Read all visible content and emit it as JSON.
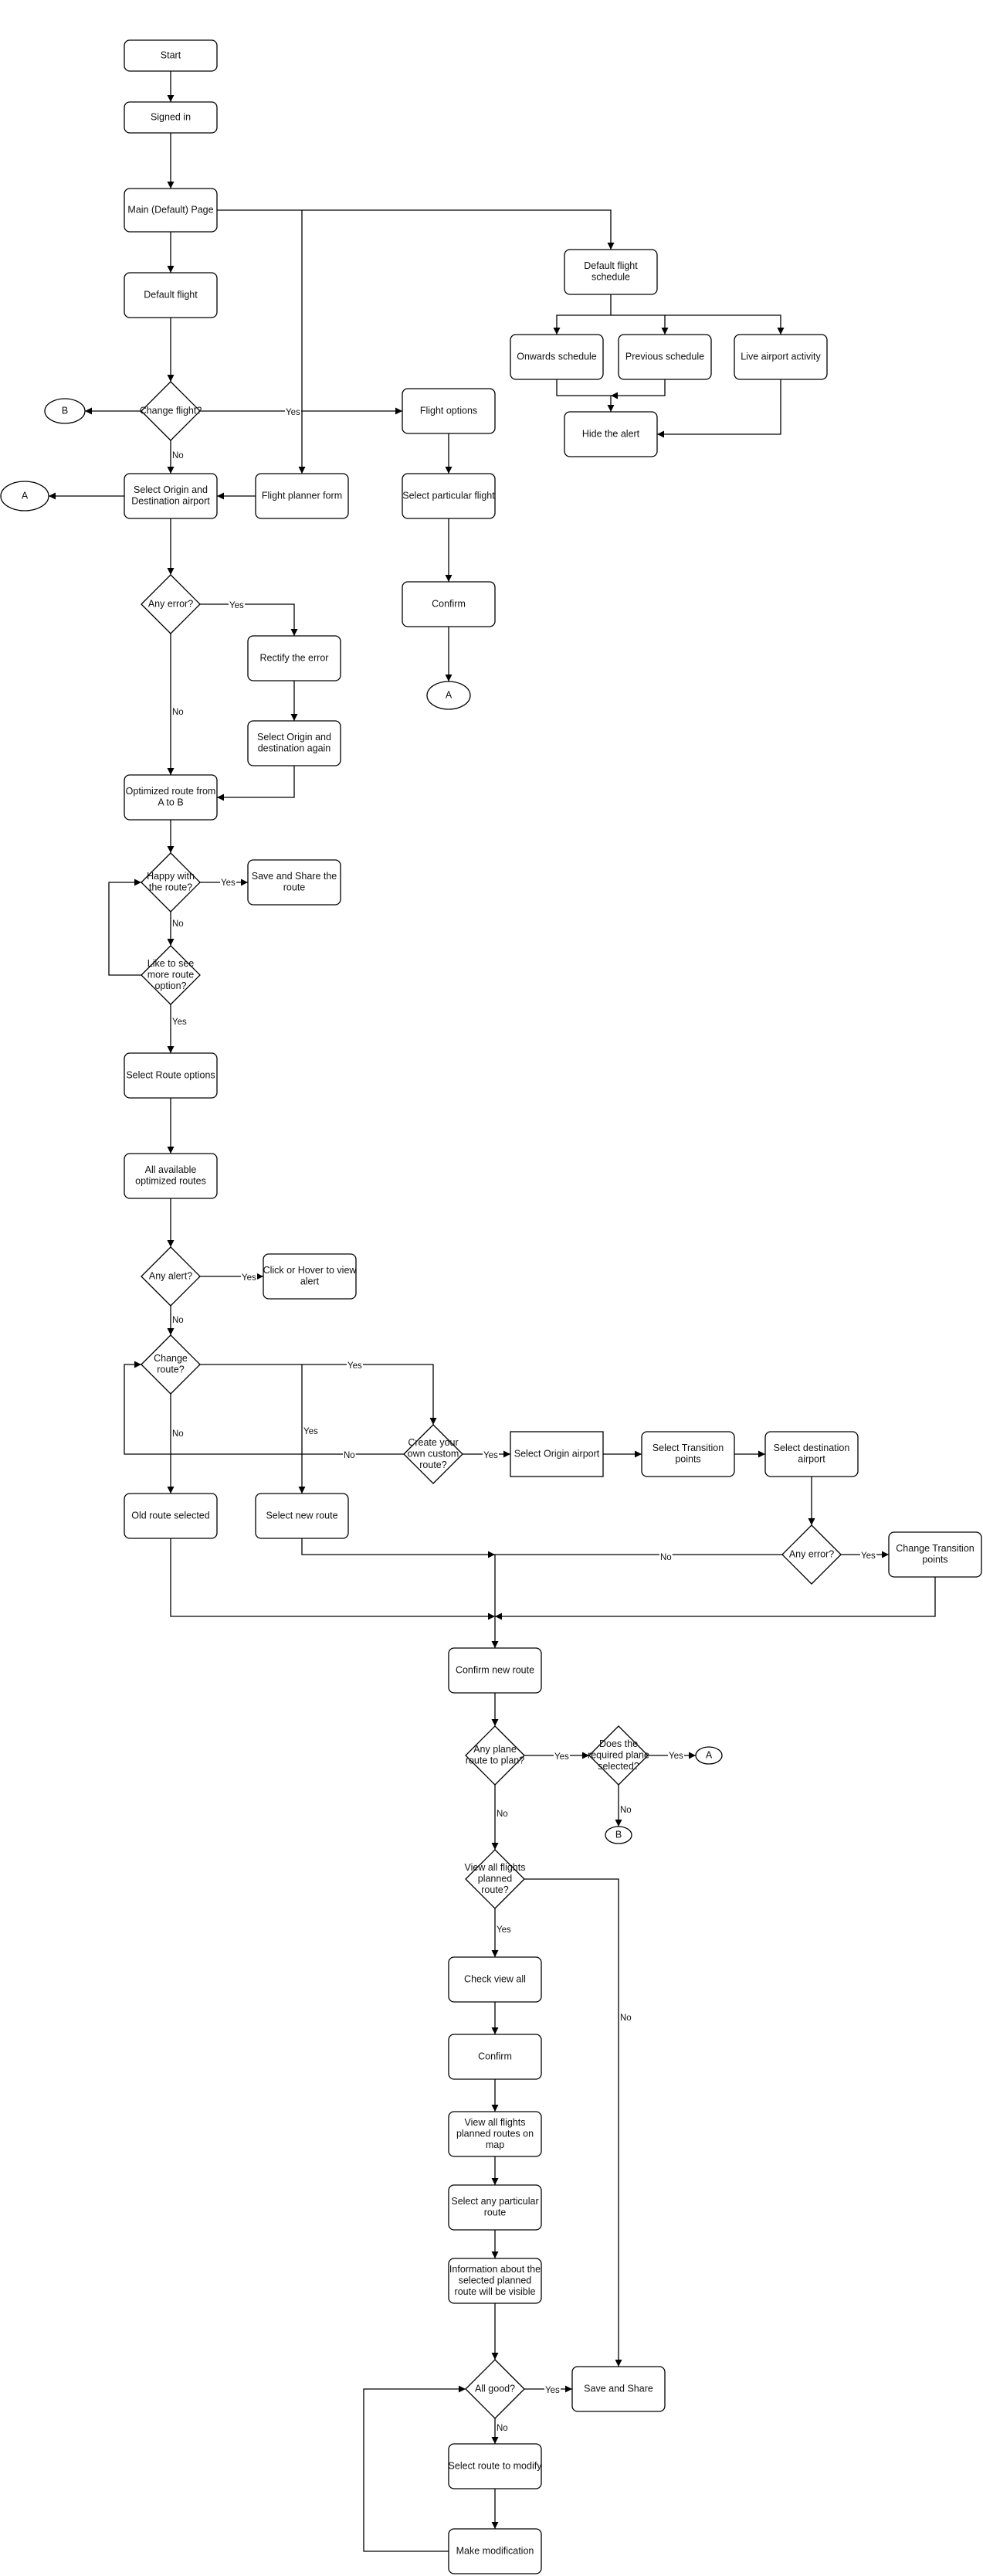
{
  "nodes": [
    {
      "id": "start",
      "shape": "rect",
      "lines": [
        "Start"
      ]
    },
    {
      "id": "signed_in",
      "shape": "rect",
      "lines": [
        "Signed in"
      ]
    },
    {
      "id": "main_page",
      "shape": "rect",
      "lines": [
        "Main (Default) Page"
      ]
    },
    {
      "id": "default_flight",
      "shape": "rect",
      "lines": [
        "Default flight"
      ]
    },
    {
      "id": "change_flight",
      "shape": "diamond",
      "lines": [
        "Change flight?"
      ]
    },
    {
      "id": "b_left",
      "shape": "ellipse",
      "lines": [
        "B"
      ]
    },
    {
      "id": "a_left",
      "shape": "ellipse",
      "lines": [
        "A"
      ]
    },
    {
      "id": "select_od",
      "shape": "rect",
      "lines": [
        "Select Origin and",
        "Destination airport"
      ]
    },
    {
      "id": "planner_form",
      "shape": "rect",
      "lines": [
        "Flight planner form"
      ]
    },
    {
      "id": "flight_options",
      "shape": "rect",
      "lines": [
        "Flight options"
      ]
    },
    {
      "id": "select_particular_flight",
      "shape": "rect",
      "lines": [
        "Select particular flight"
      ]
    },
    {
      "id": "confirm_top",
      "shape": "rect",
      "lines": [
        "Confirm"
      ]
    },
    {
      "id": "a_mid",
      "shape": "ellipse",
      "lines": [
        "A"
      ]
    },
    {
      "id": "default_schedule",
      "shape": "rect",
      "lines": [
        "Default flight",
        "schedule"
      ]
    },
    {
      "id": "onwards",
      "shape": "rect",
      "lines": [
        "Onwards schedule"
      ]
    },
    {
      "id": "previous",
      "shape": "rect",
      "lines": [
        "Previous schedule"
      ]
    },
    {
      "id": "live_activity",
      "shape": "rect",
      "lines": [
        "Live airport activity"
      ]
    },
    {
      "id": "hide_alert",
      "shape": "rect",
      "lines": [
        "Hide the alert"
      ]
    },
    {
      "id": "any_error_1",
      "shape": "diamond",
      "lines": [
        "Any error?"
      ]
    },
    {
      "id": "rectify",
      "shape": "rect",
      "lines": [
        "Rectify the error"
      ]
    },
    {
      "id": "select_od_again",
      "shape": "rect",
      "lines": [
        "Select Origin and",
        "destination again"
      ]
    },
    {
      "id": "optimized_route",
      "shape": "rect",
      "lines": [
        "Optimized route from",
        "A to B"
      ]
    },
    {
      "id": "happy",
      "shape": "diamond",
      "lines": [
        "Happy with",
        "the route?"
      ]
    },
    {
      "id": "save_share_route",
      "shape": "rect",
      "lines": [
        "Save and Share the",
        "route"
      ]
    },
    {
      "id": "like_more",
      "shape": "diamond",
      "lines": [
        "Like to see",
        "more route",
        "option?"
      ]
    },
    {
      "id": "route_options",
      "shape": "rect",
      "lines": [
        "Select Route options"
      ]
    },
    {
      "id": "all_routes",
      "shape": "rect",
      "lines": [
        "All available",
        "optimized routes"
      ]
    },
    {
      "id": "any_alert",
      "shape": "diamond",
      "lines": [
        "Any alert?"
      ]
    },
    {
      "id": "click_hover",
      "shape": "rect",
      "lines": [
        "Click or Hover to view",
        "alert"
      ]
    },
    {
      "id": "change_route",
      "shape": "diamond",
      "lines": [
        "Change",
        "route?"
      ]
    },
    {
      "id": "custom_route",
      "shape": "diamond",
      "lines": [
        "Create your",
        "own custom",
        "route?"
      ]
    },
    {
      "id": "select_origin_airport",
      "shape": "square",
      "lines": [
        "Select Origin airport"
      ]
    },
    {
      "id": "select_transition",
      "shape": "rect",
      "lines": [
        "Select Transition",
        "points"
      ]
    },
    {
      "id": "select_destination_airport",
      "shape": "rect",
      "lines": [
        "Select destination",
        "airport"
      ]
    },
    {
      "id": "any_error_2",
      "shape": "diamond",
      "lines": [
        "Any error?"
      ]
    },
    {
      "id": "change_transition",
      "shape": "rect",
      "lines": [
        "Change Transition",
        "points"
      ]
    },
    {
      "id": "old_route",
      "shape": "rect",
      "lines": [
        "Old route selected"
      ]
    },
    {
      "id": "new_route",
      "shape": "rect",
      "lines": [
        "Select new route"
      ]
    },
    {
      "id": "confirm_new_route",
      "shape": "rect",
      "lines": [
        "Confirm new route"
      ]
    },
    {
      "id": "plane_route",
      "shape": "diamond",
      "lines": [
        "Any plane",
        "route to plan?"
      ]
    },
    {
      "id": "required_plane",
      "shape": "diamond",
      "lines": [
        "Does the",
        "required plane",
        "selected?"
      ]
    },
    {
      "id": "a_bottom",
      "shape": "ellipse",
      "lines": [
        "A"
      ]
    },
    {
      "id": "b_bottom",
      "shape": "ellipse",
      "lines": [
        "B"
      ]
    },
    {
      "id": "view_all_q",
      "shape": "diamond",
      "lines": [
        "View all flights",
        "planned",
        "route?"
      ]
    },
    {
      "id": "check_view_all",
      "shape": "rect",
      "lines": [
        "Check view all"
      ]
    },
    {
      "id": "confirm_bottom",
      "shape": "rect",
      "lines": [
        "Confirm"
      ]
    },
    {
      "id": "view_all_map",
      "shape": "rect",
      "lines": [
        "View all flights",
        "planned routes on",
        "map"
      ]
    },
    {
      "id": "select_particular_route",
      "shape": "rect",
      "lines": [
        "Select any particular",
        "route"
      ]
    },
    {
      "id": "info_route",
      "shape": "rect",
      "lines": [
        "Information about the",
        "selected planned",
        "route will be visible"
      ]
    },
    {
      "id": "all_good",
      "shape": "diamond",
      "lines": [
        "All good?"
      ]
    },
    {
      "id": "save_share",
      "shape": "rect",
      "lines": [
        "Save and Share"
      ]
    },
    {
      "id": "select_route_modify",
      "shape": "rect",
      "lines": [
        "Select route to modify"
      ]
    },
    {
      "id": "make_modification",
      "shape": "rect",
      "lines": [
        "Make modification"
      ]
    }
  ],
  "edges": [
    {
      "from": "start",
      "to": "signed_in",
      "label": ""
    },
    {
      "from": "signed_in",
      "to": "main_page",
      "label": ""
    },
    {
      "from": "main_page",
      "to": "default_flight",
      "label": ""
    },
    {
      "from": "main_page",
      "to": "planner_form",
      "label": ""
    },
    {
      "from": "main_page",
      "to": "default_schedule",
      "label": ""
    },
    {
      "from": "default_flight",
      "to": "change_flight",
      "label": ""
    },
    {
      "from": "change_flight",
      "to": "b_left",
      "label": ""
    },
    {
      "from": "change_flight",
      "to": "flight_options",
      "label": "Yes"
    },
    {
      "from": "change_flight",
      "to": "select_od",
      "label": "No"
    },
    {
      "from": "planner_form",
      "to": "select_od",
      "label": ""
    },
    {
      "from": "select_od",
      "to": "a_left",
      "label": ""
    },
    {
      "from": "flight_options",
      "to": "select_particular_flight",
      "label": ""
    },
    {
      "from": "select_particular_flight",
      "to": "confirm_top",
      "label": ""
    },
    {
      "from": "confirm_top",
      "to": "a_mid",
      "label": ""
    },
    {
      "from": "default_schedule",
      "to": "onwards",
      "label": ""
    },
    {
      "from": "default_schedule",
      "to": "previous",
      "label": ""
    },
    {
      "from": "default_schedule",
      "to": "live_activity",
      "label": ""
    },
    {
      "from": "onwards",
      "to": "hide_alert",
      "label": ""
    },
    {
      "from": "previous",
      "to": "hide_alert",
      "label": ""
    },
    {
      "from": "live_activity",
      "to": "hide_alert",
      "label": ""
    },
    {
      "from": "select_od",
      "to": "any_error_1",
      "label": ""
    },
    {
      "from": "any_error_1",
      "to": "rectify",
      "label": "Yes"
    },
    {
      "from": "any_error_1",
      "to": "optimized_route",
      "label": "No"
    },
    {
      "from": "rectify",
      "to": "select_od_again",
      "label": ""
    },
    {
      "from": "select_od_again",
      "to": "optimized_route",
      "label": ""
    },
    {
      "from": "optimized_route",
      "to": "happy",
      "label": ""
    },
    {
      "from": "happy",
      "to": "save_share_route",
      "label": "Yes"
    },
    {
      "from": "happy",
      "to": "like_more",
      "label": "No"
    },
    {
      "from": "like_more",
      "to": "happy",
      "label": ""
    },
    {
      "from": "like_more",
      "to": "route_options",
      "label": "Yes"
    },
    {
      "from": "route_options",
      "to": "all_routes",
      "label": ""
    },
    {
      "from": "all_routes",
      "to": "any_alert",
      "label": ""
    },
    {
      "from": "any_alert",
      "to": "click_hover",
      "label": "Yes"
    },
    {
      "from": "any_alert",
      "to": "change_route",
      "label": "No"
    },
    {
      "from": "change_route",
      "to": "custom_route",
      "label": "Yes"
    },
    {
      "from": "change_route",
      "to": "new_route",
      "label": "Yes"
    },
    {
      "from": "change_route",
      "to": "old_route",
      "label": "No"
    },
    {
      "from": "custom_route",
      "to": "change_route",
      "label": "No"
    },
    {
      "from": "custom_route",
      "to": "select_origin_airport",
      "label": "Yes"
    },
    {
      "from": "select_origin_airport",
      "to": "select_transition",
      "label": ""
    },
    {
      "from": "select_transition",
      "to": "select_destination_airport",
      "label": ""
    },
    {
      "from": "select_destination_airport",
      "to": "any_error_2",
      "label": ""
    },
    {
      "from": "any_error_2",
      "to": "change_transition",
      "label": "Yes"
    },
    {
      "from": "any_error_2",
      "to": "confirm_new_route",
      "label": "No"
    },
    {
      "from": "new_route",
      "to": "confirm_new_route",
      "label": ""
    },
    {
      "from": "old_route",
      "to": "confirm_new_route",
      "label": ""
    },
    {
      "from": "change_transition",
      "to": "confirm_new_route",
      "label": ""
    },
    {
      "from": "confirm_new_route",
      "to": "plane_route",
      "label": ""
    },
    {
      "from": "plane_route",
      "to": "required_plane",
      "label": "Yes"
    },
    {
      "from": "plane_route",
      "to": "view_all_q",
      "label": "No"
    },
    {
      "from": "required_plane",
      "to": "a_bottom",
      "label": "Yes"
    },
    {
      "from": "required_plane",
      "to": "b_bottom",
      "label": "No"
    },
    {
      "from": "view_all_q",
      "to": "check_view_all",
      "label": "Yes"
    },
    {
      "from": "view_all_q",
      "to": "save_share",
      "label": "No"
    },
    {
      "from": "check_view_all",
      "to": "confirm_bottom",
      "label": ""
    },
    {
      "from": "confirm_bottom",
      "to": "view_all_map",
      "label": ""
    },
    {
      "from": "view_all_map",
      "to": "select_particular_route",
      "label": ""
    },
    {
      "from": "select_particular_route",
      "to": "info_route",
      "label": ""
    },
    {
      "from": "info_route",
      "to": "all_good",
      "label": ""
    },
    {
      "from": "all_good",
      "to": "save_share",
      "label": "Yes"
    },
    {
      "from": "all_good",
      "to": "select_route_modify",
      "label": "No"
    },
    {
      "from": "select_route_modify",
      "to": "make_modification",
      "label": ""
    },
    {
      "from": "make_modification",
      "to": "all_good",
      "label": ""
    }
  ]
}
